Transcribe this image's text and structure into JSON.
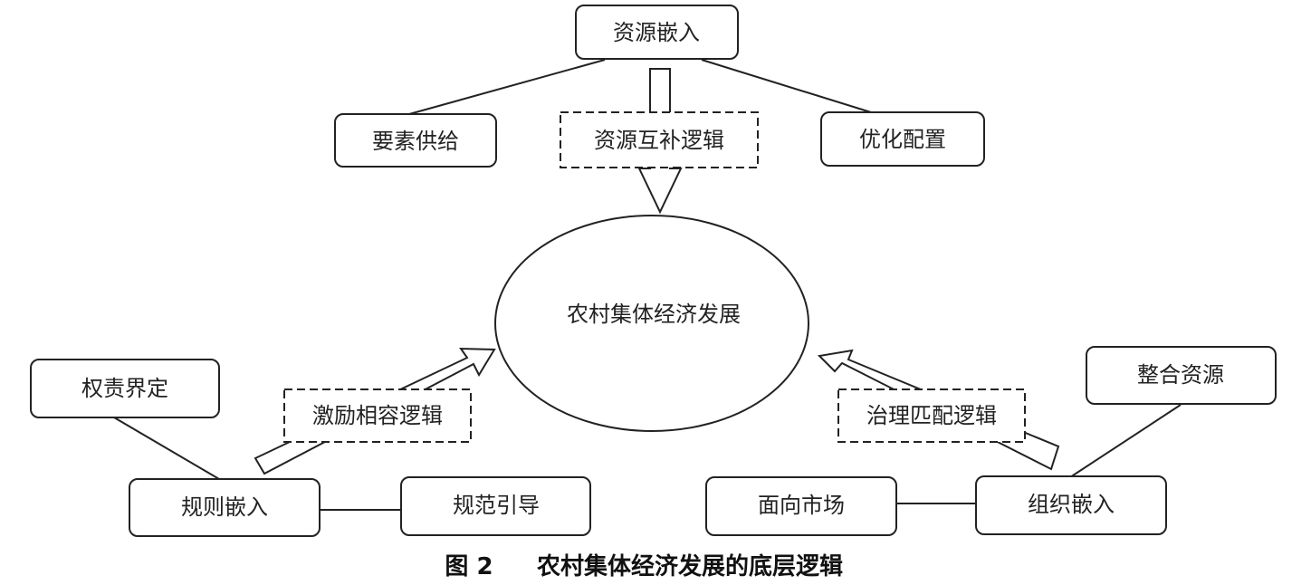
{
  "diagram": {
    "center": {
      "label": "农村集体经济发展"
    },
    "branches": [
      {
        "id": "resource",
        "root": "资源嵌入",
        "children": [
          "要素供给",
          "优化配置"
        ],
        "logic": "资源互补逻辑"
      },
      {
        "id": "rule",
        "root": "规则嵌入",
        "children": [
          "权责界定",
          "规范引导"
        ],
        "logic": "激励相容逻辑"
      },
      {
        "id": "organization",
        "root": "组织嵌入",
        "children": [
          "整合资源",
          "面向市场"
        ],
        "logic": "治理匹配逻辑"
      }
    ]
  },
  "caption": {
    "number": "图 2",
    "title": "农村集体经济发展的底层逻辑"
  }
}
